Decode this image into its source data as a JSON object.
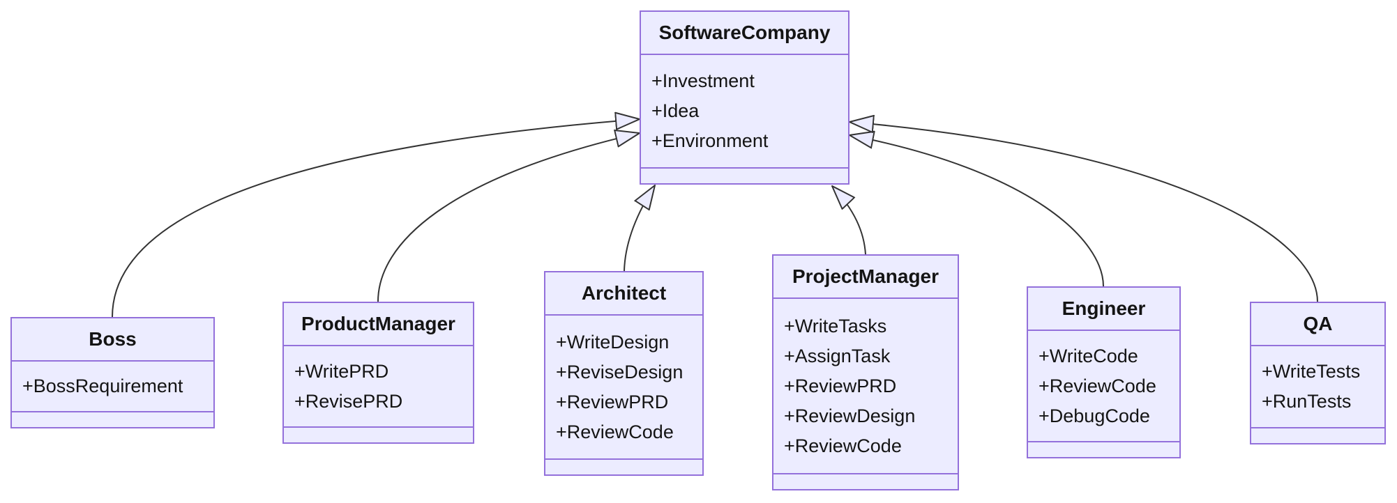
{
  "diagram": {
    "type": "uml-class-diagram",
    "colors": {
      "node_fill": "#ECECFF",
      "node_border": "#9370DB",
      "edge": "#333333",
      "text": "#141414",
      "background": "#FFFFFF"
    },
    "classes": [
      {
        "name": "SoftwareCompany",
        "attributes": [
          "+Investment",
          "+Idea",
          "+Environment"
        ]
      },
      {
        "name": "Boss",
        "attributes": [
          "+BossRequirement"
        ]
      },
      {
        "name": "ProductManager",
        "attributes": [
          "+WritePRD",
          "+RevisePRD"
        ]
      },
      {
        "name": "Architect",
        "attributes": [
          "+WriteDesign",
          "+ReviseDesign",
          "+ReviewPRD",
          "+ReviewCode"
        ]
      },
      {
        "name": "ProjectManager",
        "attributes": [
          "+WriteTasks",
          "+AssignTask",
          "+ReviewPRD",
          "+ReviewDesign",
          "+ReviewCode"
        ]
      },
      {
        "name": "Engineer",
        "attributes": [
          "+WriteCode",
          "+ReviewCode",
          "+DebugCode"
        ]
      },
      {
        "name": "QA",
        "attributes": [
          "+WriteTests",
          "+RunTests"
        ]
      }
    ],
    "relations": [
      {
        "from": "Boss",
        "to": "SoftwareCompany",
        "type": "inheritance",
        "arrow": "hollow-triangle"
      },
      {
        "from": "ProductManager",
        "to": "SoftwareCompany",
        "type": "inheritance",
        "arrow": "hollow-triangle"
      },
      {
        "from": "Architect",
        "to": "SoftwareCompany",
        "type": "inheritance",
        "arrow": "hollow-triangle"
      },
      {
        "from": "ProjectManager",
        "to": "SoftwareCompany",
        "type": "inheritance",
        "arrow": "hollow-triangle"
      },
      {
        "from": "Engineer",
        "to": "SoftwareCompany",
        "type": "inheritance",
        "arrow": "hollow-triangle"
      },
      {
        "from": "QA",
        "to": "SoftwareCompany",
        "type": "inheritance",
        "arrow": "hollow-triangle"
      }
    ]
  }
}
